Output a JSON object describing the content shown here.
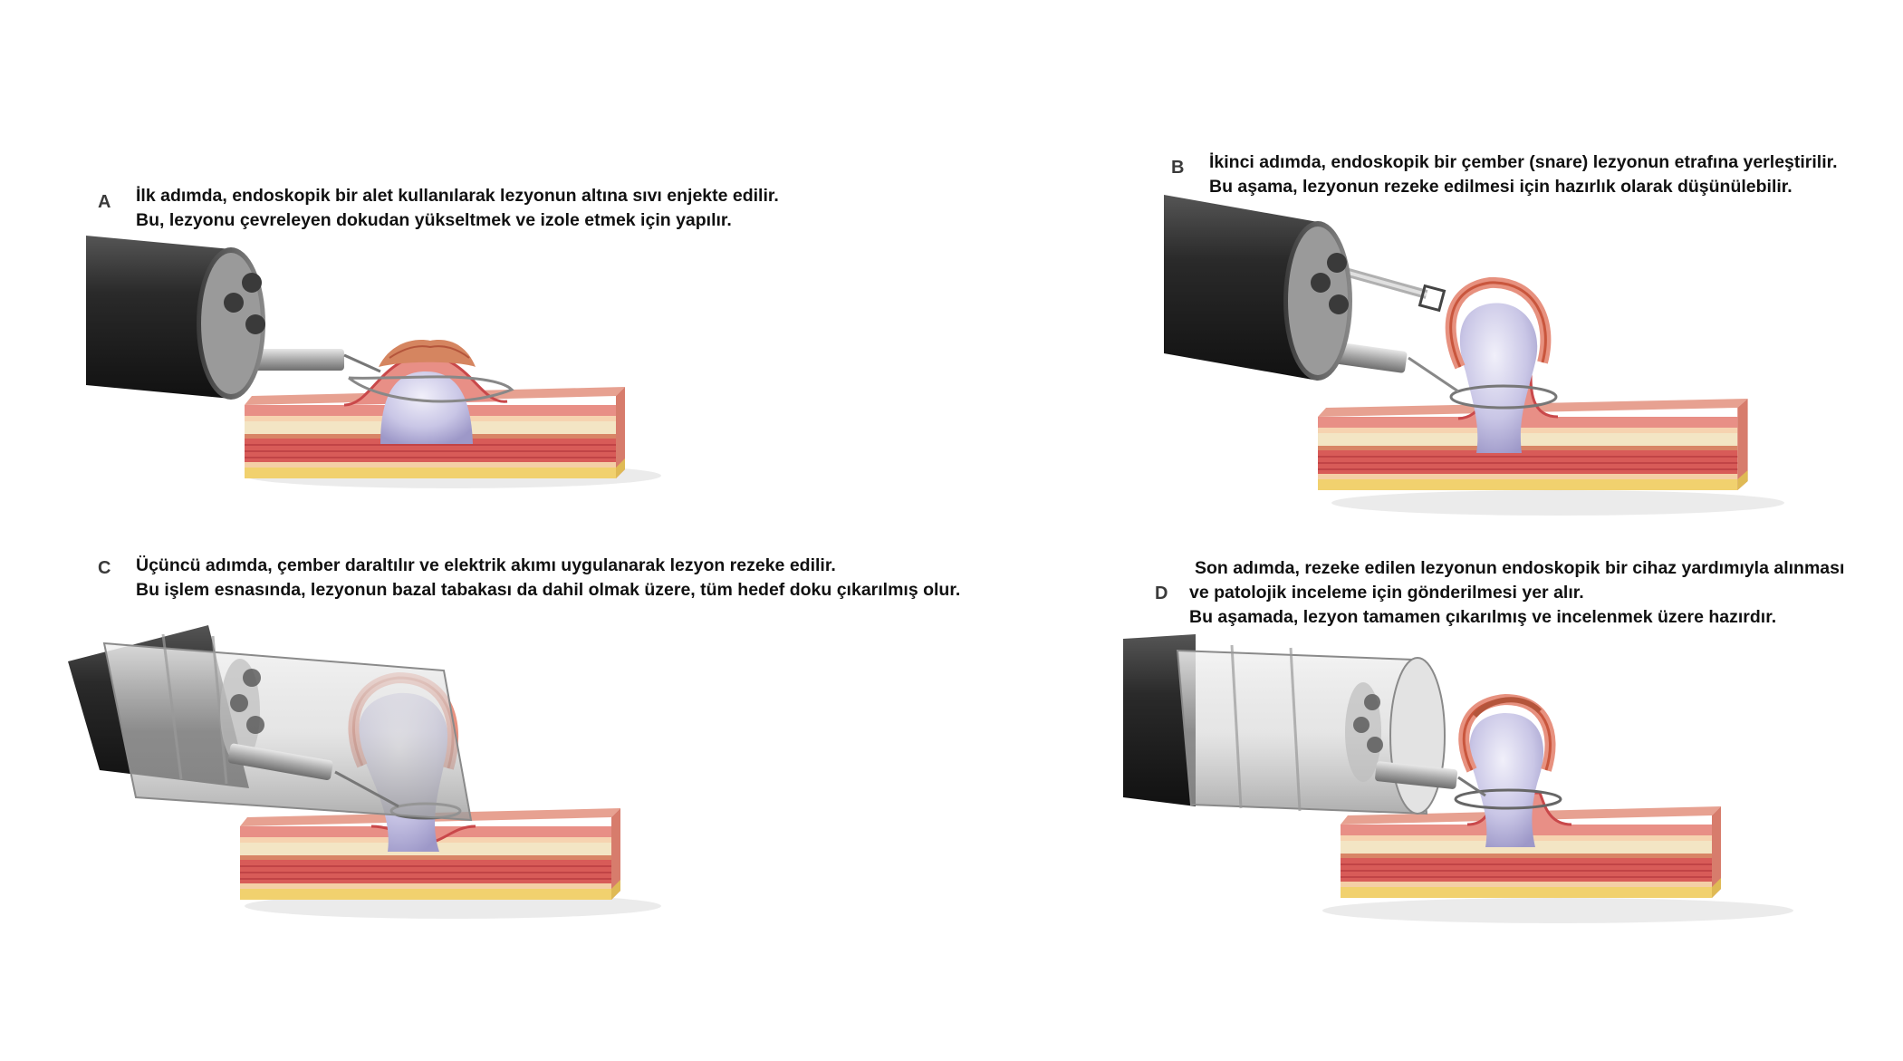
{
  "panels": {
    "a": {
      "letter": "A",
      "line1": "İlk adımda, endoskopik bir alet kullanılarak lezyonun altına sıvı enjekte edilir.",
      "line2": "Bu, lezyonu çevreleyen dokudan yükseltmek ve izole etmek için yapılır."
    },
    "b": {
      "letter": "B",
      "line1": "İkinci adımda, endoskopik bir çember (snare) lezyonun etrafına yerleştirilir.",
      "line2": "Bu aşama, lezyonun rezeke edilmesi için hazırlık olarak düşünülebilir."
    },
    "c": {
      "letter": "C",
      "line1": "Üçüncü adımda, çember daraltılır ve elektrik akımı uygulanarak lezyon rezeke edilir.",
      "line2": "Bu işlem esnasında, lezyonun bazal tabakası da dahil olmak üzere, tüm hedef doku çıkarılmış olur."
    },
    "d": {
      "letter": "D",
      "line1": "Son adımda, rezeke edilen lezyonun endoskopik bir cihaz yardımıyla alınması",
      "line2": "ve patolojik inceleme için gönderilmesi yer alır.",
      "line3": "Bu aşamada, lezyon tamamen çıkarılmış ve incelenmek üzere hazırdır."
    }
  },
  "colors": {
    "scope_dark": "#2b2b2b",
    "scope_mid": "#4a4a4a",
    "tissue_pink": "#e8908a",
    "tissue_red": "#c9484a",
    "tissue_cream": "#f3dfb5",
    "tissue_yellow": "#f2d67a",
    "lesion_lilac": "#c7c4e4",
    "lesion_rim": "#d9724f",
    "instrument_gray": "#b9b9b9"
  }
}
